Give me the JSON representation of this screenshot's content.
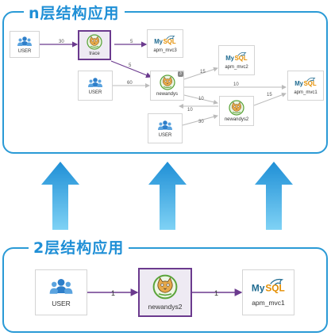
{
  "top_panel": {
    "title": "n层结构应用",
    "nodes": {
      "user1": "USER",
      "trace": "trace",
      "apm_mvc3": "apm_mvc3",
      "apm_mvc2": "apm_mvc2",
      "user2": "USER",
      "newandys": "newandys",
      "apm_mvc1": "apm_mvc1",
      "user3": "USER",
      "newandys2": "newandys2"
    },
    "badge": "3",
    "edges": {
      "user1_trace": "30",
      "trace_mvc3": "5",
      "trace_newandys": "5",
      "user2_newandys": "60",
      "newandys_mvc2": "15",
      "newandys_mvc1": "10",
      "newandys_newandys2": "10",
      "newandys2_newandys": "10",
      "user3_newandys2": "30",
      "newandys2_mvc1": "15"
    }
  },
  "bottom_panel": {
    "title": "2层结构应用",
    "nodes": {
      "user": "USER",
      "newandys2": "newandys2",
      "apm_mvc1": "apm_mvc1"
    },
    "edges": {
      "user_newandys2": "1",
      "newandys2_mvc1": "1"
    }
  },
  "icons": {
    "user": "users-icon",
    "tomcat": "tomcat-icon",
    "mysql": "mysql-logo"
  },
  "colors": {
    "accent_blue": "#2a9ad6",
    "edge_purple": "#6b3a8e",
    "edge_gray": "#bbbbbb"
  }
}
